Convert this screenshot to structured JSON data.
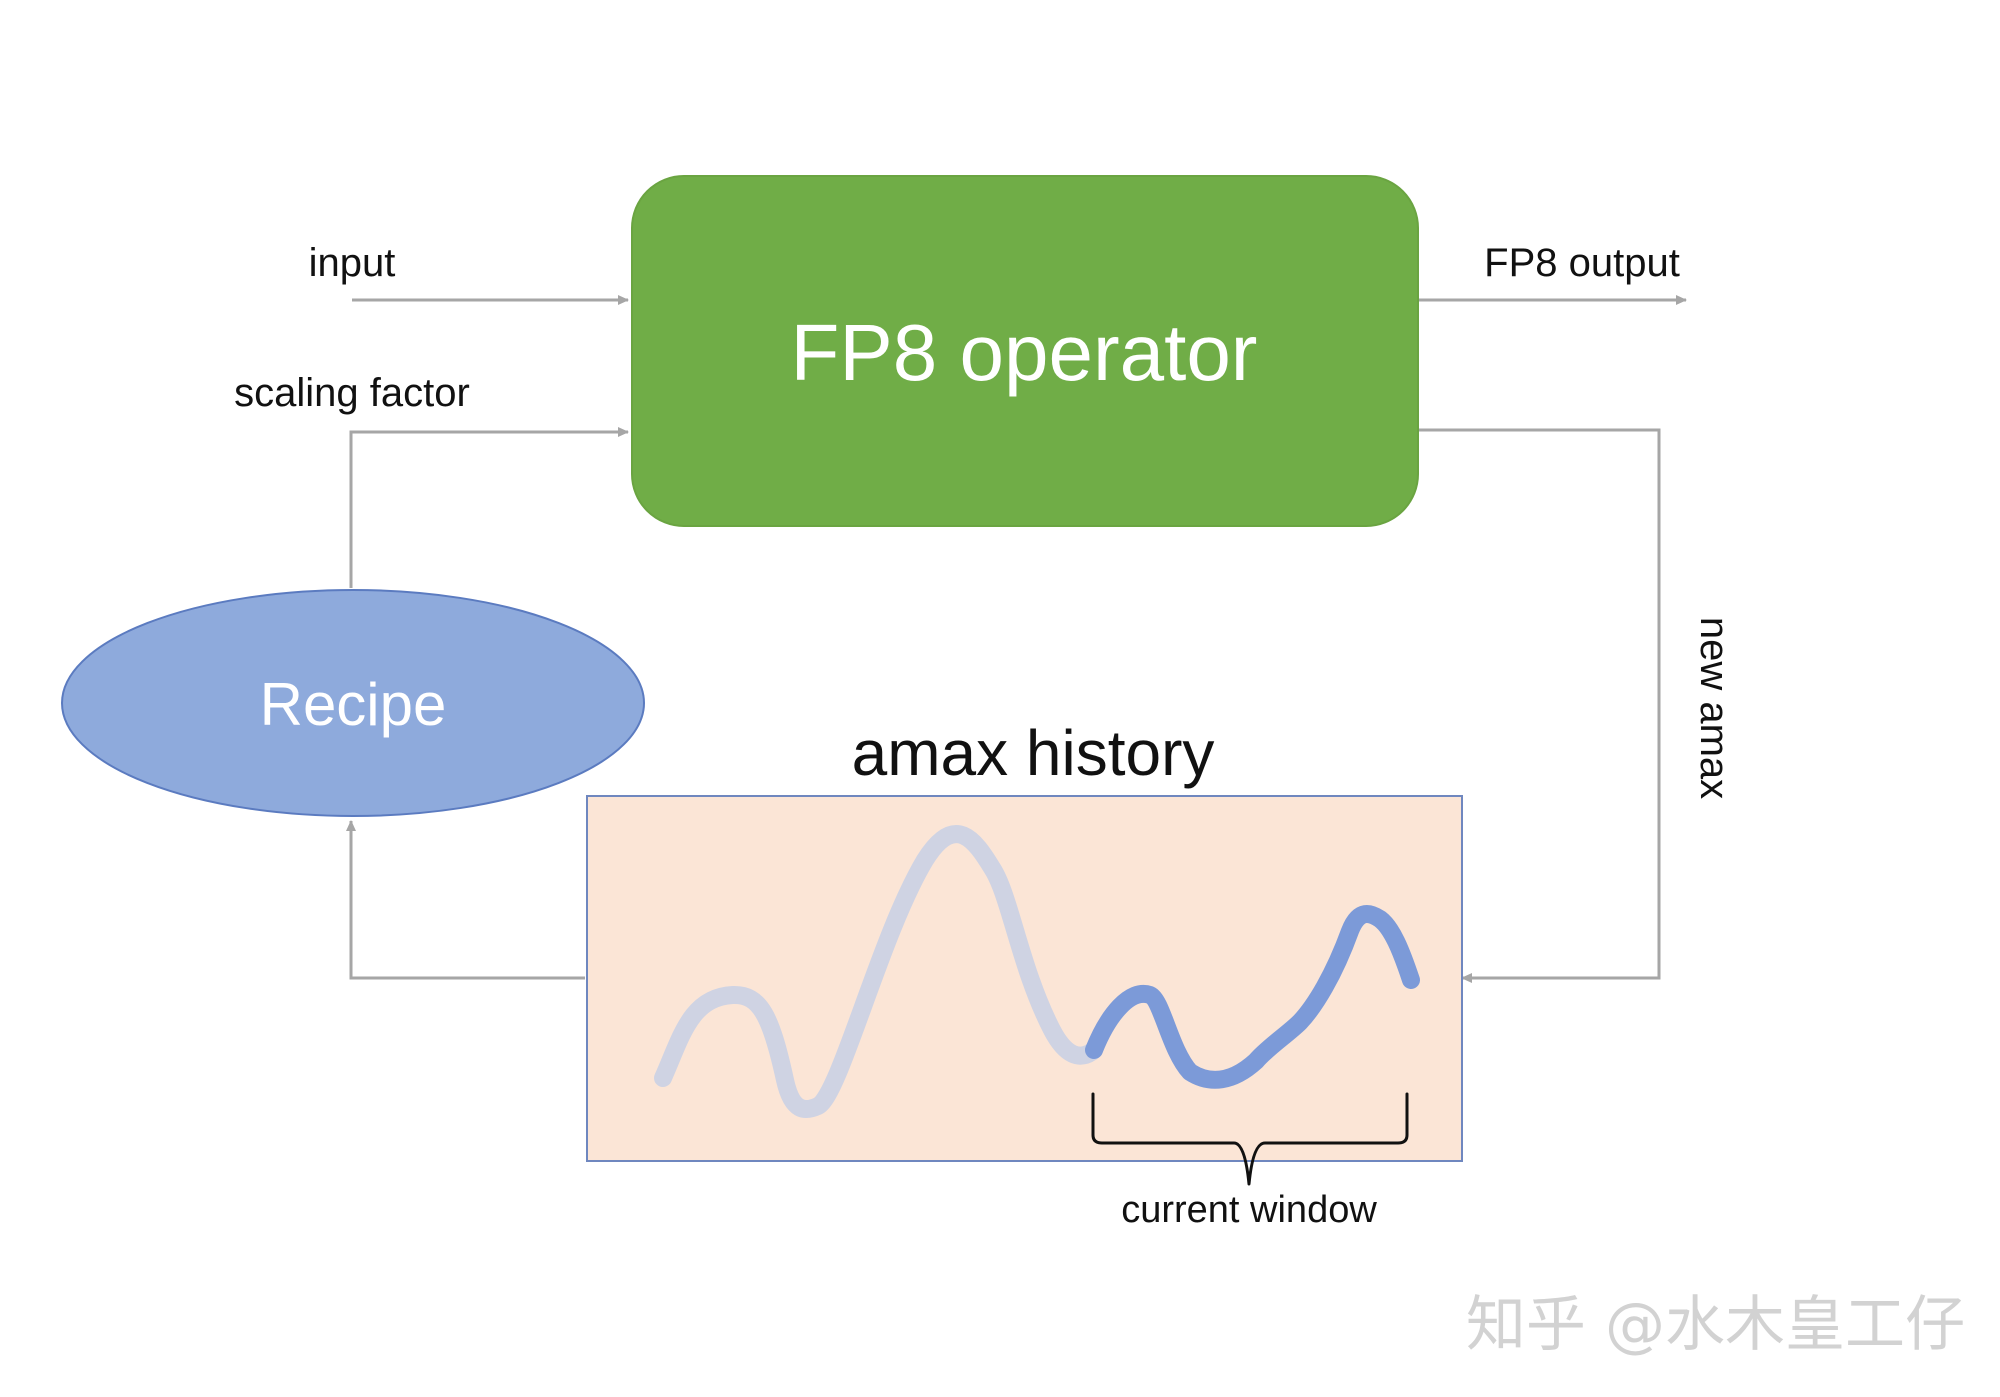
{
  "diagram": {
    "labels": {
      "input": "input",
      "scaling_factor": "scaling factor",
      "fp8_output": "FP8 output",
      "new_amax": "new amax",
      "amax_history": "amax history",
      "current_window": "current window"
    },
    "nodes": {
      "fp8_operator": "FP8 operator",
      "recipe": "Recipe"
    },
    "watermark": "知乎 @水木皇工仔",
    "colors": {
      "fp8_operator_fill": "#70ad47",
      "recipe_fill": "#8eaadc",
      "recipe_stroke": "#5b7bc0",
      "history_panel_fill": "#fbe5d6",
      "history_panel_stroke": "#6f87bf",
      "arrow": "#a6a6a6",
      "past_curve": "#cfd3e3",
      "window_curve": "#7c9ad8",
      "brace": "#111111",
      "text": "#111111",
      "node_text": "#ffffff"
    },
    "edges": [
      {
        "from": "input",
        "to": "fp8_operator"
      },
      {
        "from": "recipe",
        "to": "fp8_operator",
        "label": "scaling factor"
      },
      {
        "from": "fp8_operator",
        "to": "fp8_output"
      },
      {
        "from": "fp8_operator",
        "to": "amax_history",
        "label": "new amax"
      },
      {
        "from": "amax_history",
        "to": "recipe"
      }
    ]
  }
}
